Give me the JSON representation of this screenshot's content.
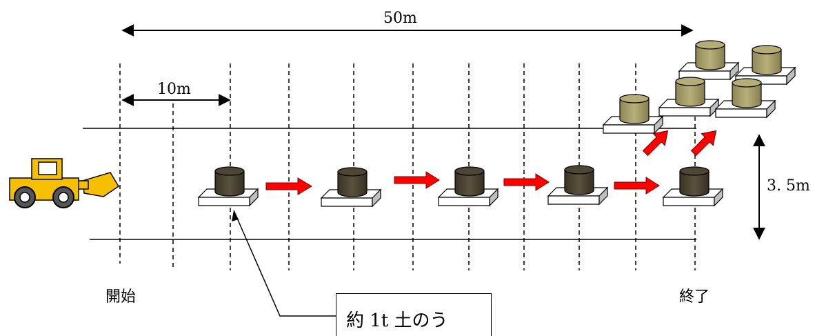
{
  "labels": {
    "total_distance": "50m",
    "interval": "10m",
    "width": "3. 5m",
    "start": "開始",
    "end": "終了",
    "sandbag": "約 1t 土のう"
  },
  "colors": {
    "loader_body": "#f6c000",
    "sandbag_dark": "#4a4433",
    "sandbag_light": "#a59c68",
    "arrow_red": "#ff0000",
    "pallet_top": "#ffffff",
    "pallet_side": "#bfbfbf"
  },
  "icons": {
    "loader": "wheel-loader-icon"
  }
}
